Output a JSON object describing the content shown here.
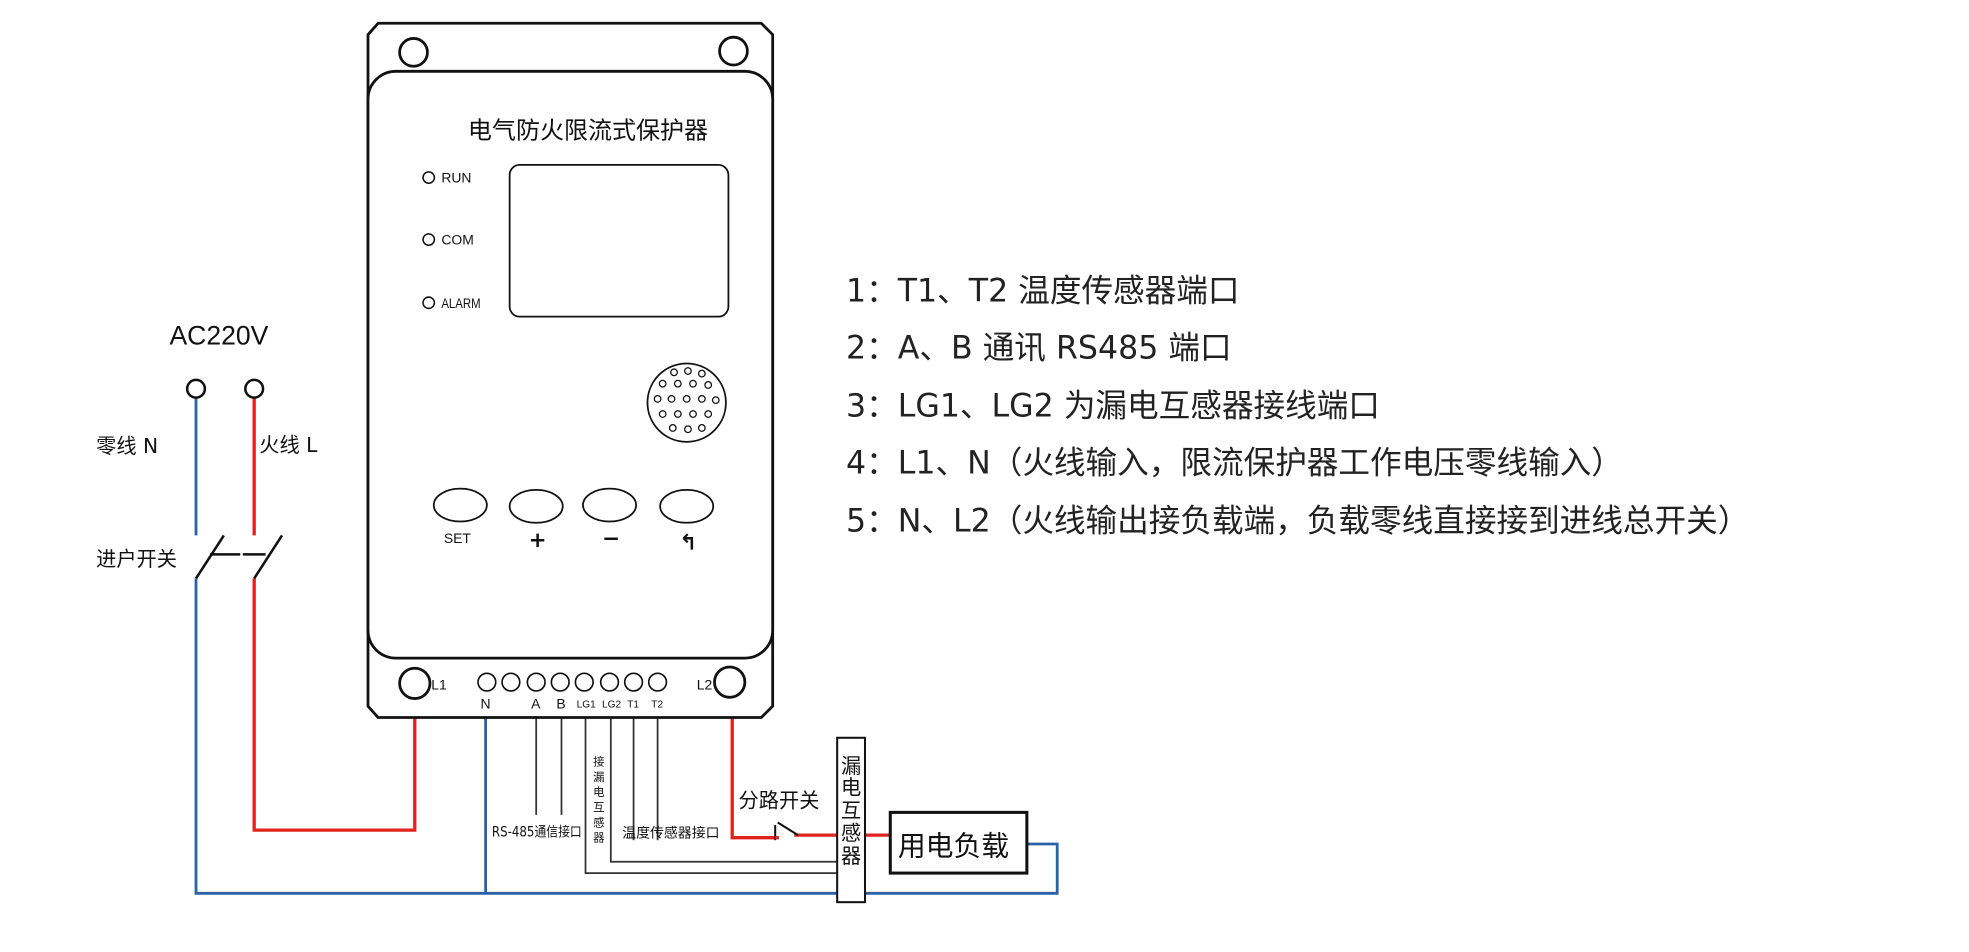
{
  "device": {
    "title": "电气防火限流式保护器",
    "indicators": [
      {
        "label": "RUN"
      },
      {
        "label": "COM"
      },
      {
        "label": "ALARM"
      }
    ],
    "buttons": [
      {
        "label": "SET"
      },
      {
        "label": "+"
      },
      {
        "label": "−"
      },
      {
        "label": "↰"
      }
    ],
    "terminal_left": "L1",
    "terminal_right": "L2",
    "terminals": [
      "N",
      "A",
      "B",
      "LG1",
      "LG2",
      "T1",
      "T2"
    ]
  },
  "supply": {
    "voltage": "AC220V",
    "neutral_label": "零线 N",
    "live_label": "火线 L",
    "main_switch_label": "进户开关"
  },
  "connections": {
    "rs485_label": "RS-485通信接口",
    "leakage_label_chars": [
      "接",
      "漏",
      "电",
      "互",
      "感",
      "器"
    ],
    "temp_label": "温度传感器接口",
    "branch_switch_label": "分路开关",
    "transformer_chars": [
      "漏",
      "电",
      "互",
      "感",
      "器"
    ],
    "load_label": "用电负载"
  },
  "legend": [
    "1：T1、T2 温度传感器端口",
    "2：A、B 通讯 RS485 端口",
    "3：LG1、LG2 为漏电互感器接线端口",
    "4：L1、N（火线输入，限流保护器工作电压零线输入）",
    "5：N、L2（火线输出接负载端，负载零线直接接到进线总开关）"
  ],
  "colors": {
    "live_wire": "#e0241b",
    "neutral_wire": "#2a62a8",
    "signal_wire": "#333333"
  }
}
